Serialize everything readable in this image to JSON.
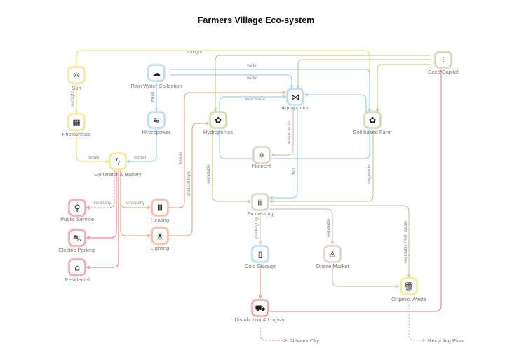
{
  "title": "Farmers Village Eco-system",
  "colors": {
    "yellow": "#f0da62",
    "blue": "#8ec9e8",
    "green": "#b8c57a",
    "orange": "#ee9a6c",
    "red": "#e8767c",
    "tan": "#c9b9a2"
  },
  "nodes": [
    {
      "id": "sun",
      "label": "Sun",
      "icon": "sun-icon",
      "glyph": "☼",
      "color": "yellow"
    },
    {
      "id": "rain",
      "label": "Rain Water Collection",
      "icon": "rain-cloud-icon",
      "glyph": "☁",
      "color": "blue"
    },
    {
      "id": "pv",
      "label": "Photovoltaic",
      "icon": "solar-panel-icon",
      "glyph": "▦",
      "color": "yellow"
    },
    {
      "id": "hydro",
      "label": "Hydropower",
      "icon": "waves-icon",
      "glyph": "≋",
      "color": "blue"
    },
    {
      "id": "gen",
      "label": "Generator & Battery",
      "icon": "lightning-icon",
      "glyph": "ϟ",
      "color": "yellow"
    },
    {
      "id": "hydroponics",
      "label": "Hydroponics",
      "icon": "plant-icon",
      "glyph": "✿",
      "color": "green"
    },
    {
      "id": "aqua",
      "label": "Aquaponics",
      "icon": "fish-icon",
      "glyph": "⋈",
      "color": "blue"
    },
    {
      "id": "soil",
      "label": "Soil based Farm",
      "icon": "plant-icon",
      "glyph": "✿",
      "color": "green"
    },
    {
      "id": "seed",
      "label": "Seed Capital",
      "icon": "seed-icon",
      "glyph": "⁝",
      "color": "green"
    },
    {
      "id": "nutrient",
      "label": "Nutrient",
      "icon": "molecule-icon",
      "glyph": "⚛",
      "color": "tan"
    },
    {
      "id": "public",
      "label": "Public Service",
      "icon": "plug-icon",
      "glyph": "⚲",
      "color": "red"
    },
    {
      "id": "parking",
      "label": "Electric Parking",
      "icon": "car-charger-icon",
      "glyph": "⛍",
      "color": "red"
    },
    {
      "id": "resid",
      "label": "Residental",
      "icon": "house-icon",
      "glyph": "⌂",
      "color": "red"
    },
    {
      "id": "heating",
      "label": "Heating",
      "icon": "radiator-icon",
      "glyph": "Ⅲ",
      "color": "orange"
    },
    {
      "id": "lighting",
      "label": "Lighting",
      "icon": "lightbulb-icon",
      "glyph": "☀",
      "color": "orange"
    },
    {
      "id": "proc",
      "label": "Processing",
      "icon": "processing-icon",
      "glyph": "ⅲ",
      "color": "tan"
    },
    {
      "id": "cold",
      "label": "Cold Storage",
      "icon": "fridge-icon",
      "glyph": "▯",
      "color": "blue"
    },
    {
      "id": "market",
      "label": "Onsite Market",
      "icon": "market-stall-icon",
      "glyph": "♙",
      "color": "tan"
    },
    {
      "id": "waste",
      "label": "Organic Waste",
      "icon": "trash-icon",
      "glyph": "🗑",
      "color": "yellow"
    },
    {
      "id": "dist",
      "label": "Distribution & Logistic",
      "icon": "truck-icon",
      "glyph": "⛟",
      "color": "red"
    }
  ],
  "destinations": {
    "newark": "Newark City",
    "recycling": "Recycling Plant"
  },
  "edge_labels": {
    "sunlight_top": "sunlight",
    "sunlight_pv": "sunlight",
    "water_top": "water",
    "water_aqua": "water",
    "water_hydro": "water",
    "power_pv": "power",
    "power_hydro": "power",
    "clean_water": "clean water",
    "heater": "heater",
    "artificial_light": "artificial light",
    "waste_water": "waste water",
    "fish": "fish",
    "veg_hydro": "vegetable",
    "veg_soil": "vegetable",
    "electricity_public": "electricity",
    "electricity_heating": "electricity",
    "packaging": "packaging",
    "veg_market": "vegetable",
    "veg_fish_waste": "vegetable / fish waste"
  }
}
